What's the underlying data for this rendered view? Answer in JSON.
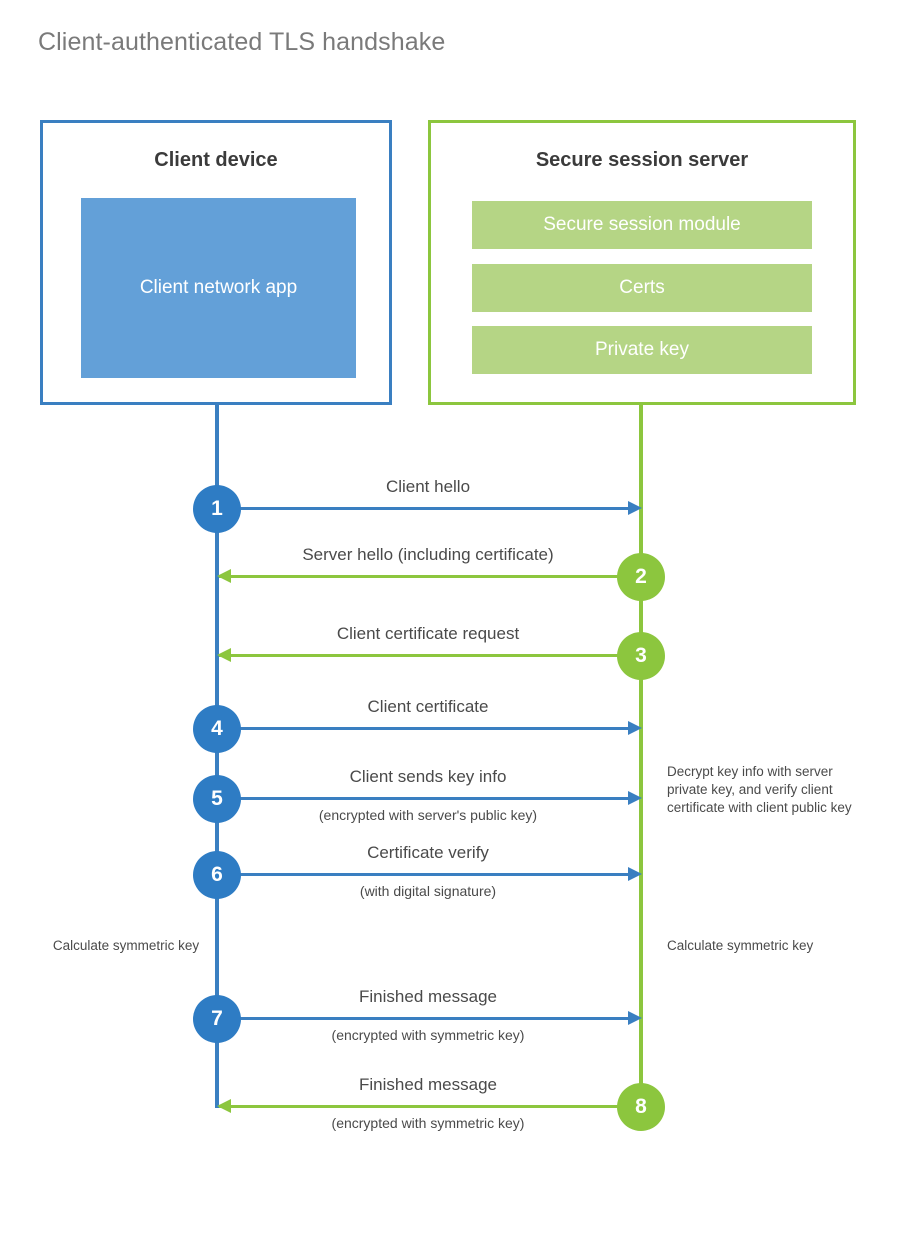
{
  "title": "Client-authenticated TLS handshake",
  "colors": {
    "client_blue": "#3a7fc1",
    "client_fill": "#63a0d8",
    "server_green": "#8cc63e",
    "server_fill": "#b5d585",
    "title_gray": "#7a7a7a",
    "text_gray": "#4a4a4a"
  },
  "participants": {
    "client": {
      "title": "Client device",
      "block_label": "Client network app"
    },
    "server": {
      "title": "Secure session server",
      "blocks": [
        "Secure session module",
        "Certs",
        "Private key"
      ]
    }
  },
  "steps": [
    {
      "number": "1",
      "label": "Client hello",
      "sublabel": "",
      "direction": "client-to-server"
    },
    {
      "number": "2",
      "label": "Server hello (including certificate)",
      "sublabel": "",
      "direction": "server-to-client"
    },
    {
      "number": "3",
      "label": "Client certificate request",
      "sublabel": "",
      "direction": "server-to-client"
    },
    {
      "number": "4",
      "label": "Client certificate",
      "sublabel": "",
      "direction": "client-to-server"
    },
    {
      "number": "5",
      "label": "Client sends key info",
      "sublabel": "(encrypted with server's public key)",
      "direction": "client-to-server"
    },
    {
      "number": "6",
      "label": "Certificate verify",
      "sublabel": "(with digital signature)",
      "direction": "client-to-server"
    },
    {
      "number": "7",
      "label": "Finished message",
      "sublabel": "(encrypted with symmetric key)",
      "direction": "client-to-server"
    },
    {
      "number": "8",
      "label": "Finished message",
      "sublabel": "(encrypted with symmetric key)",
      "direction": "server-to-client"
    }
  ],
  "annotations": {
    "decrypt_note": "Decrypt key info with server private key, and verify client certificate with client public key",
    "calculate_left": "Calculate symmetric key",
    "calculate_right": "Calculate symmetric key"
  }
}
